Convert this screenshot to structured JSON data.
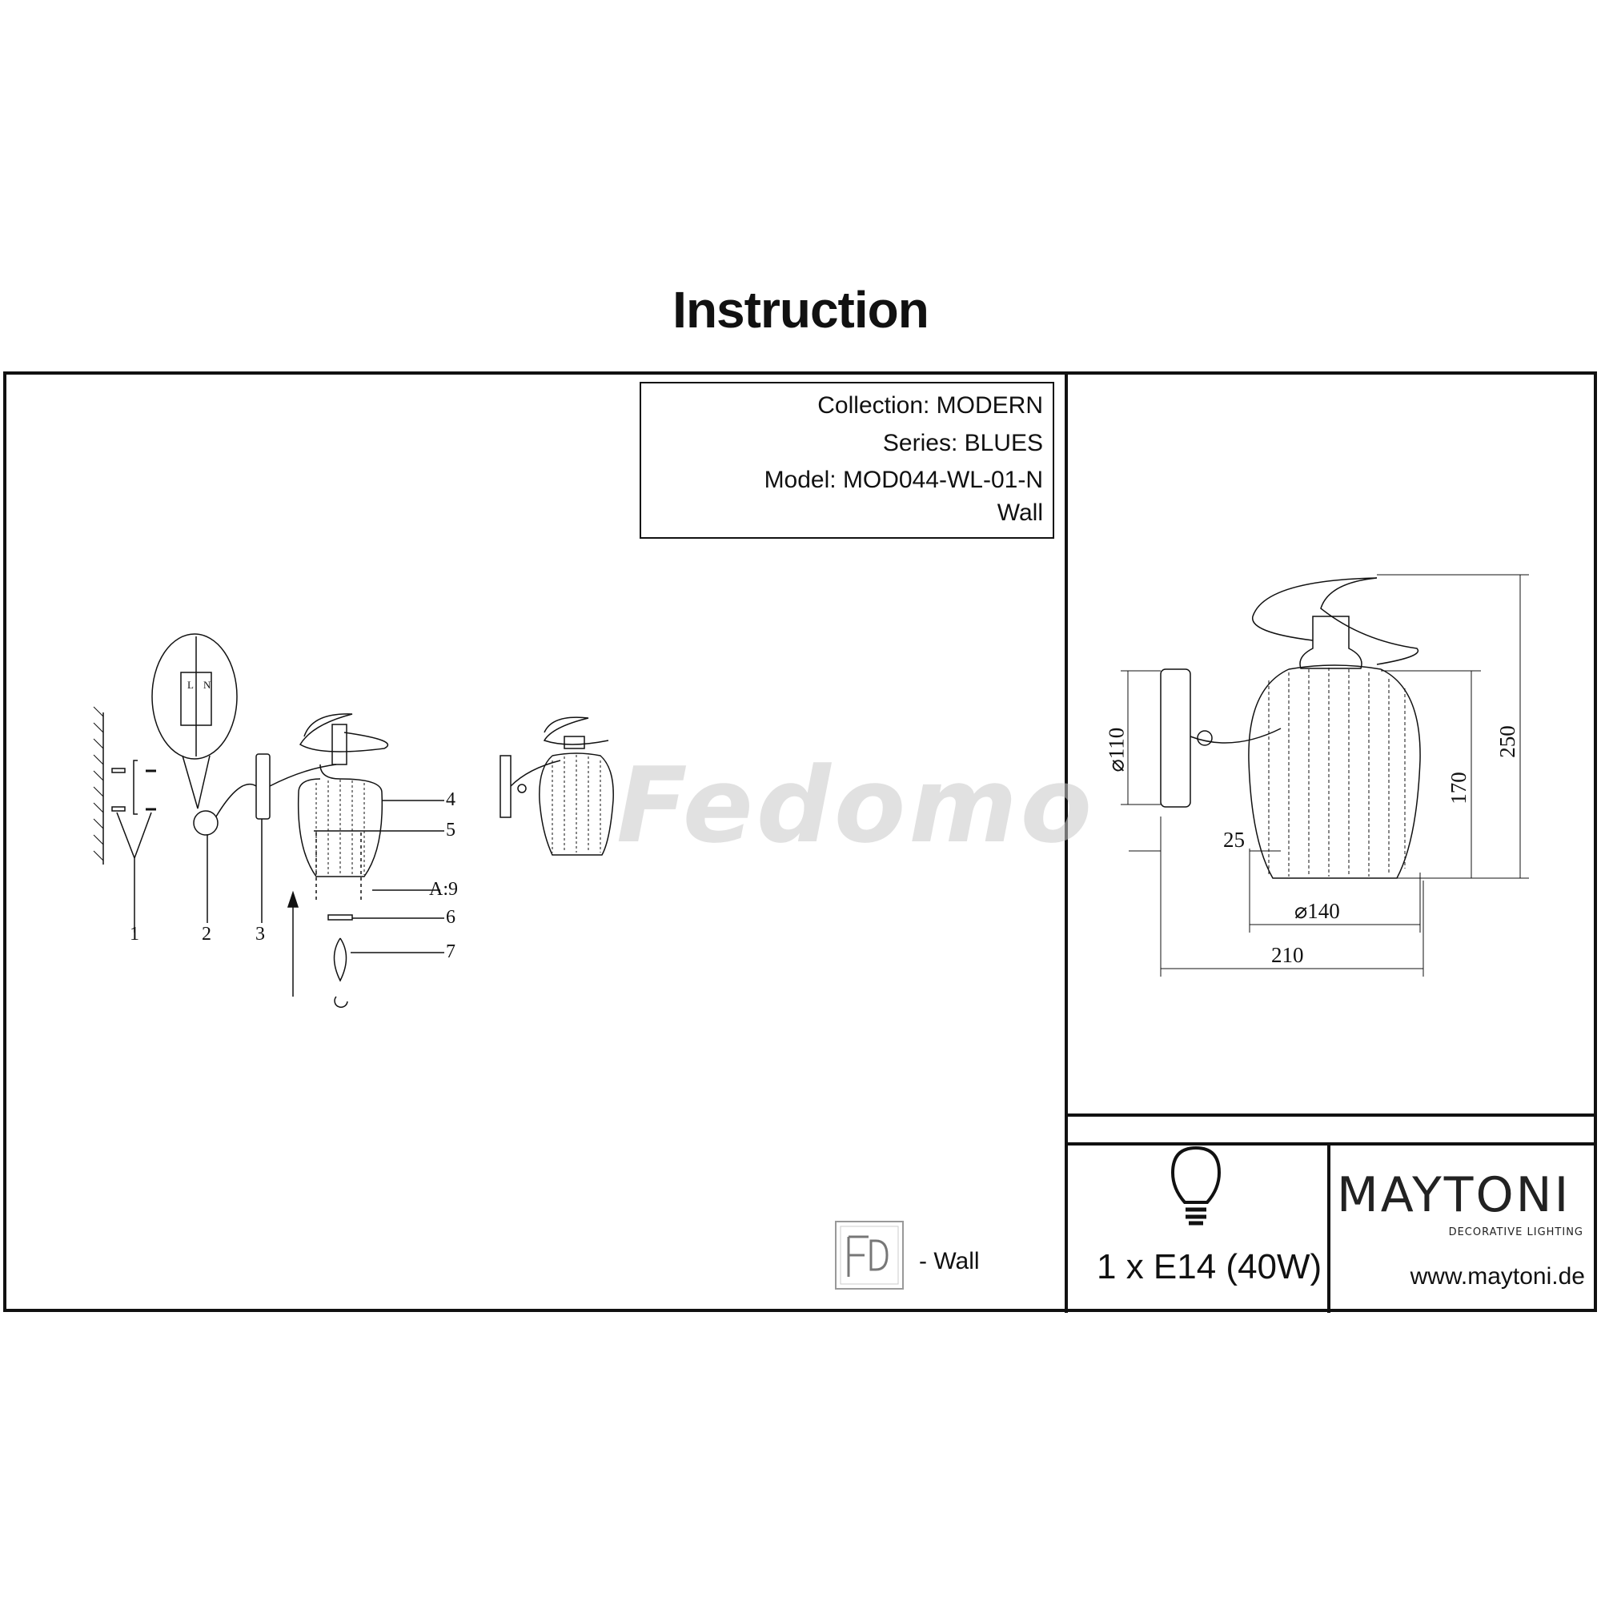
{
  "title": "Instruction",
  "info": {
    "collection": "Collection: MODERN",
    "series": "Series: BLUES",
    "model": "Model: MOD044-WL-01-N",
    "mount": "Wall"
  },
  "assembly": {
    "parts": [
      "1",
      "2",
      "3",
      "4",
      "5",
      "6",
      "7"
    ],
    "crystals": "A:9",
    "terminal_labels": [
      "L",
      "N"
    ]
  },
  "watermark": "Fedomo",
  "legend": {
    "wall_label": "- Wall",
    "icon": "wall-mount-icon"
  },
  "dimensions": {
    "plate_diameter": "⌀110",
    "offset": "25",
    "shade_diameter": "⌀140",
    "depth": "210",
    "shade_height": "170",
    "total_height": "250"
  },
  "bulb": {
    "icon": "light-bulb-icon",
    "spec": "1 x E14 (40W)"
  },
  "brand": {
    "logo": "MAYTONI",
    "tagline": "DECORATIVE LIGHTING",
    "website": "www.maytoni.de"
  }
}
